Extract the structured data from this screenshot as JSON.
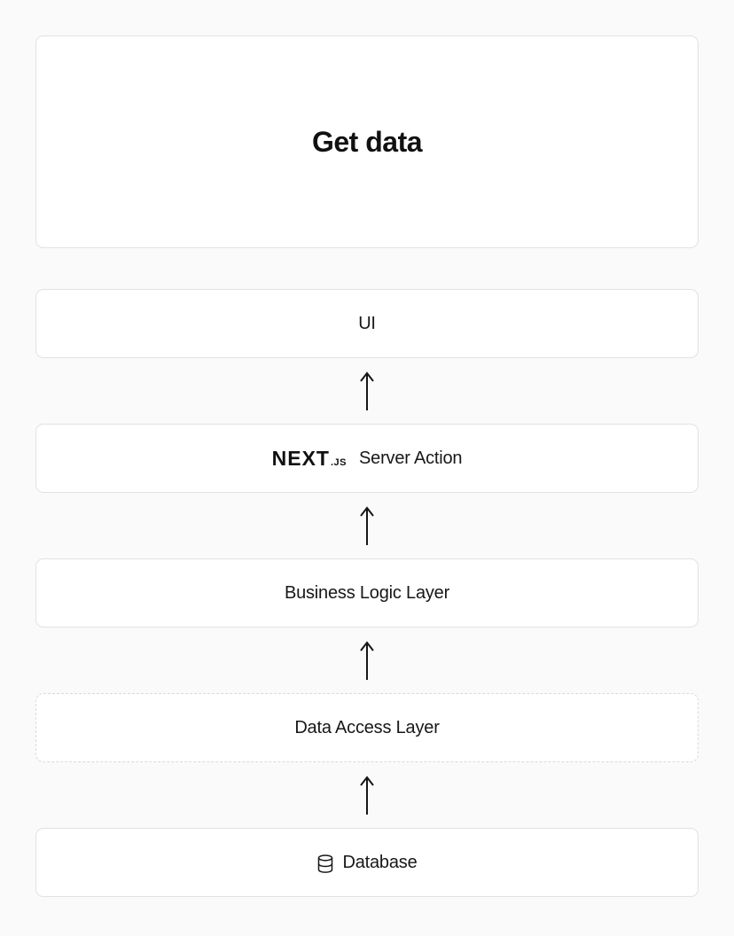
{
  "page": {
    "background": "#fafafa",
    "box_background": "#ffffff",
    "box_border": "#e2e2e2",
    "dashed_border": "#d9d9d9",
    "text_color": "#171717",
    "arrow_color": "#171717"
  },
  "diagram": {
    "title_box": {
      "label": "Get data"
    },
    "layers": {
      "ui": {
        "label": "UI"
      },
      "server_action": {
        "logo_main": "NEXT",
        "logo_sub": ".JS",
        "label": "Server Action"
      },
      "business_logic": {
        "label": "Business Logic Layer",
        "border_style": "solid"
      },
      "data_access": {
        "label": "Data Access Layer",
        "border_style": "dashed"
      },
      "database": {
        "label": "Database",
        "icon": "database-icon"
      }
    },
    "arrows": {
      "direction": "up",
      "count": 4
    }
  }
}
